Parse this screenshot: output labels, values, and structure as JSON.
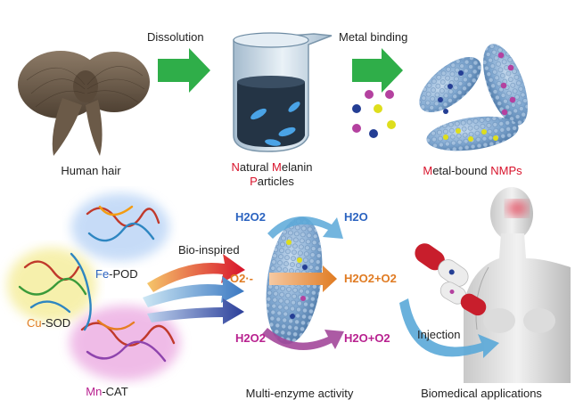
{
  "top_row": {
    "step1_label": "Dissolution",
    "step2_label": "Metal binding",
    "hair_label": "Human hair",
    "melanin_label": {
      "l1": "N",
      "l1_rest": "atural ",
      "l2": "M",
      "l2_rest": "elanin",
      "l3": "P",
      "l3_rest": "articles"
    },
    "nmp_label": {
      "metal_red": "M",
      "metal_rest": "etal-bound ",
      "nmps": "NMPs"
    }
  },
  "bottom_row": {
    "fe_metal": "Fe",
    "fe_enzyme": "-POD",
    "cu_metal": "Cu",
    "cu_enzyme": "-SOD",
    "mn_metal": "Mn",
    "mn_enzyme": "-CAT",
    "bioinspired_label": "Bio-inspired",
    "multienzyme_label": "Multi-enzyme activity",
    "biomedical_label": "Biomedical applications",
    "injection_label": "Injection",
    "reactions": {
      "h2o2_in_top": "H2O2",
      "h2o_out": "H2O",
      "superoxide": "O2·-",
      "h2o2_o2_out": "H2O2+O2",
      "h2o2_in_bottom": "H2O2",
      "h2o_o2_out": "H2O+O2"
    }
  },
  "colors": {
    "arrow_green": "#2fae49",
    "red": "#d8132b",
    "blue_text": "#2b63c0",
    "orange": "#e07b22",
    "magenta": "#b8218f",
    "particle_blue": "#6f9dc8",
    "metal_dot_purple": "#b4419f",
    "metal_dot_navy": "#243e94",
    "metal_dot_yellow": "#dede1c"
  }
}
